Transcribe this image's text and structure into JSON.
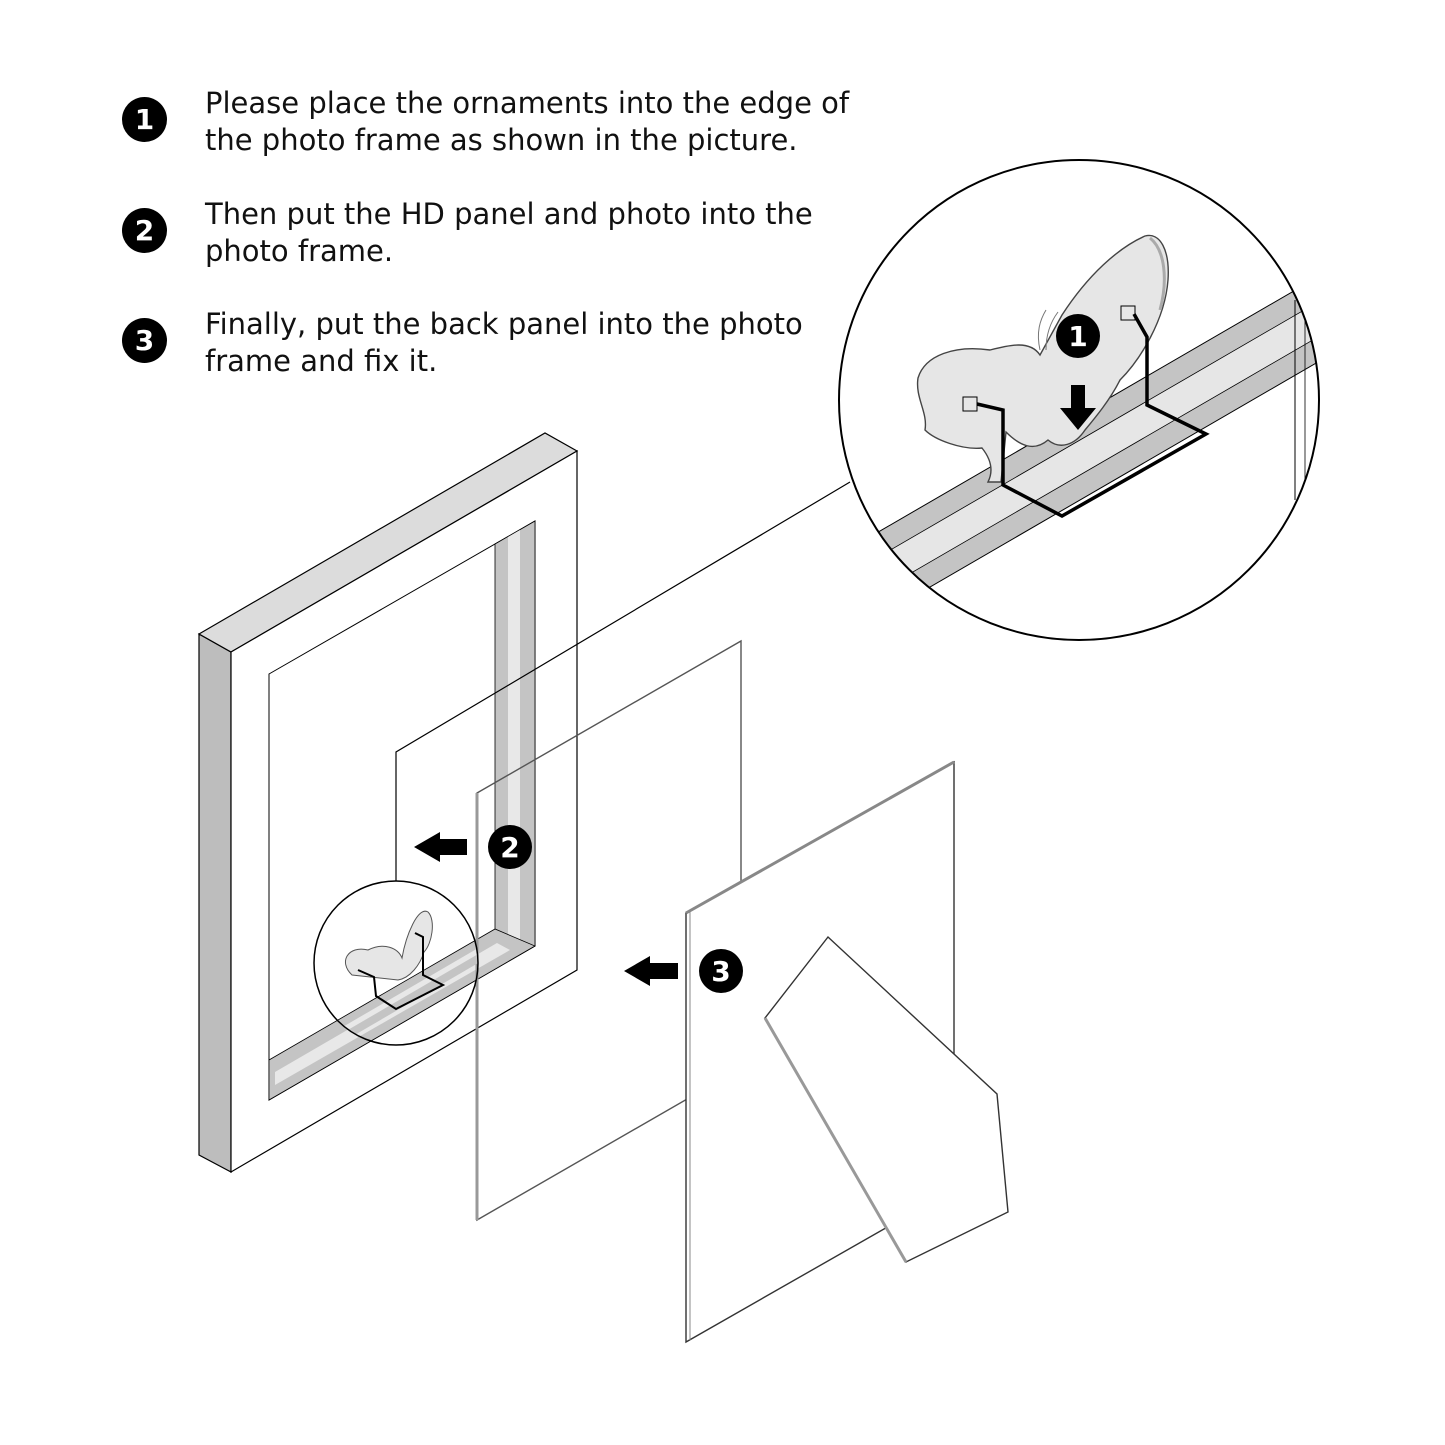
{
  "steps": [
    {
      "number": "1",
      "text": "Please place the ornaments into the edge of the photo frame as shown in the picture."
    },
    {
      "number": "2",
      "text": "Then put the HD panel and photo into the photo frame."
    },
    {
      "number": "3",
      "text": "Finally, put the back panel into the photo frame and fix it."
    }
  ],
  "markers": {
    "zoom_step": "1",
    "panel_step": "2",
    "back_step": "3"
  },
  "colors": {
    "ink": "#000000",
    "frame_side": "#bdbdbd",
    "frame_groove": "#d9d9d9",
    "ornament": "#e6e6e6"
  }
}
